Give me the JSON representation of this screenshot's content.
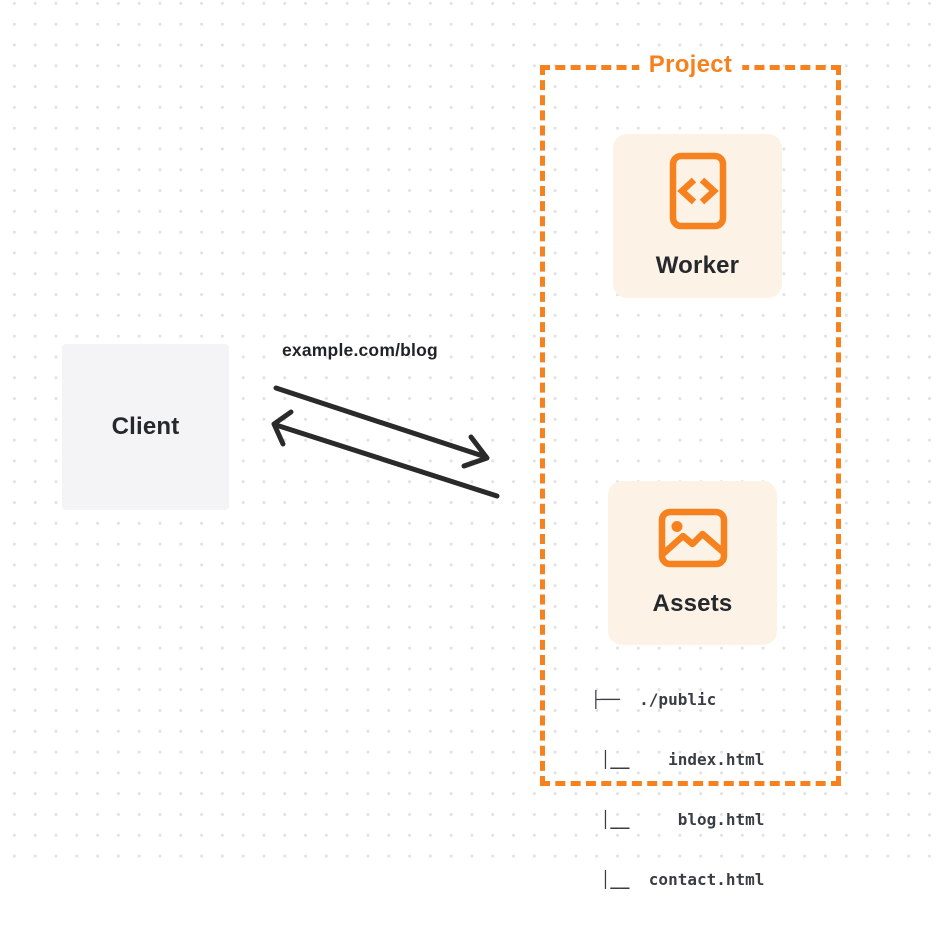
{
  "client_box": {
    "label": "Client"
  },
  "request": {
    "label": "example.com/blog"
  },
  "project_box": {
    "title": "Project",
    "cards": [
      {
        "id": "worker",
        "label": "Worker",
        "icon": "code-file-icon"
      },
      {
        "id": "assets",
        "label": "Assets",
        "icon": "image-icon"
      }
    ],
    "file_tree": {
      "lines": [
        "├──  ./public",
        " │__    index.html",
        " │__     blog.html",
        " │__  contact.html"
      ]
    }
  },
  "colors": {
    "accent_orange": "#f6821f",
    "card_background": "#fcf3e6",
    "client_background": "#f4f4f6",
    "arrow": "#2a2a2a",
    "text_dark": "#25282c",
    "tree_text": "#3a3e44",
    "grid_dot": "#e3e3e6"
  }
}
